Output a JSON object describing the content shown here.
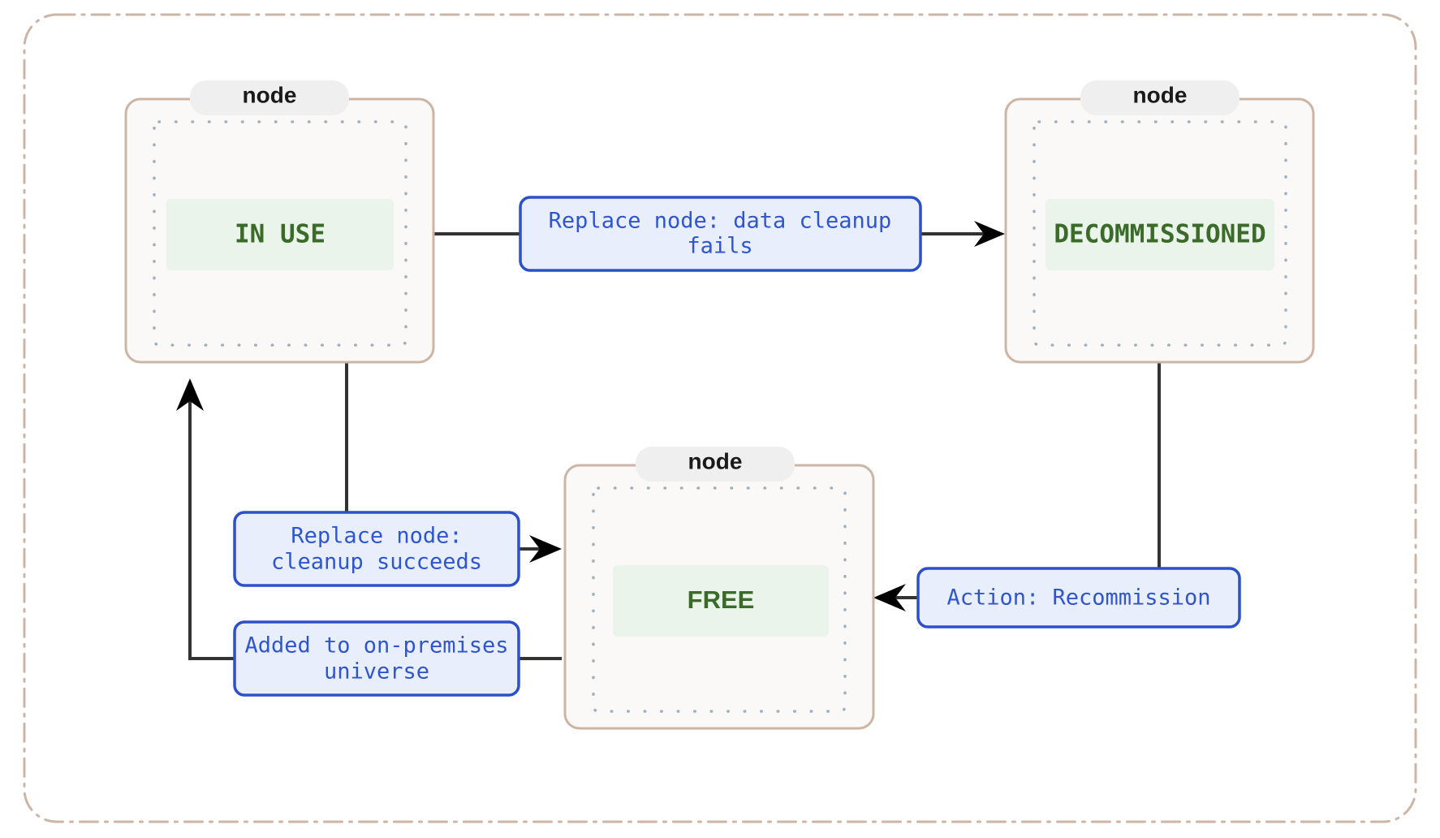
{
  "diagram": {
    "type": "state-transition",
    "frame": {
      "style": "dash-dot",
      "color": "#cdb5a5"
    },
    "node_tab_label": "node",
    "colors": {
      "frame": "#cdb5a5",
      "node_fill": "#fbf9f7",
      "node_border": "#cdb5a5",
      "node_inner_dots": "#9fb0c0",
      "state_chip_fill": "#eaf4ea",
      "state_text": "#3a6b29",
      "edge_label_fill": "#e8eefb",
      "edge_label_border": "#2b50c8",
      "edge_label_text": "#2f56cc",
      "edge_line": "#333333",
      "arrow": "#000000",
      "tab_fill": "#efefef",
      "tab_text": "#1a1a1a"
    },
    "states": [
      {
        "id": "in-use",
        "label": "IN USE",
        "tab": "node",
        "font": "mono"
      },
      {
        "id": "decommissioned",
        "label": "DECOMMISSIONED",
        "tab": "node",
        "font": "mono"
      },
      {
        "id": "free",
        "label": "FREE",
        "tab": "node",
        "font": "sans"
      }
    ],
    "transitions": [
      {
        "id": "in-use-to-decommissioned",
        "from": "in-use",
        "to": "decommissioned",
        "label_lines": [
          "Replace node: data cleanup",
          "fails"
        ]
      },
      {
        "id": "in-use-to-free",
        "from": "in-use",
        "to": "free",
        "label_lines": [
          "Replace node:",
          "cleanup succeeds"
        ]
      },
      {
        "id": "free-to-in-use",
        "from": "free",
        "to": "in-use",
        "label_lines": [
          "Added to on-premises",
          "universe"
        ]
      },
      {
        "id": "decommissioned-to-free",
        "from": "decommissioned",
        "to": "free",
        "label_lines": [
          "Action: Recommission"
        ]
      }
    ]
  }
}
